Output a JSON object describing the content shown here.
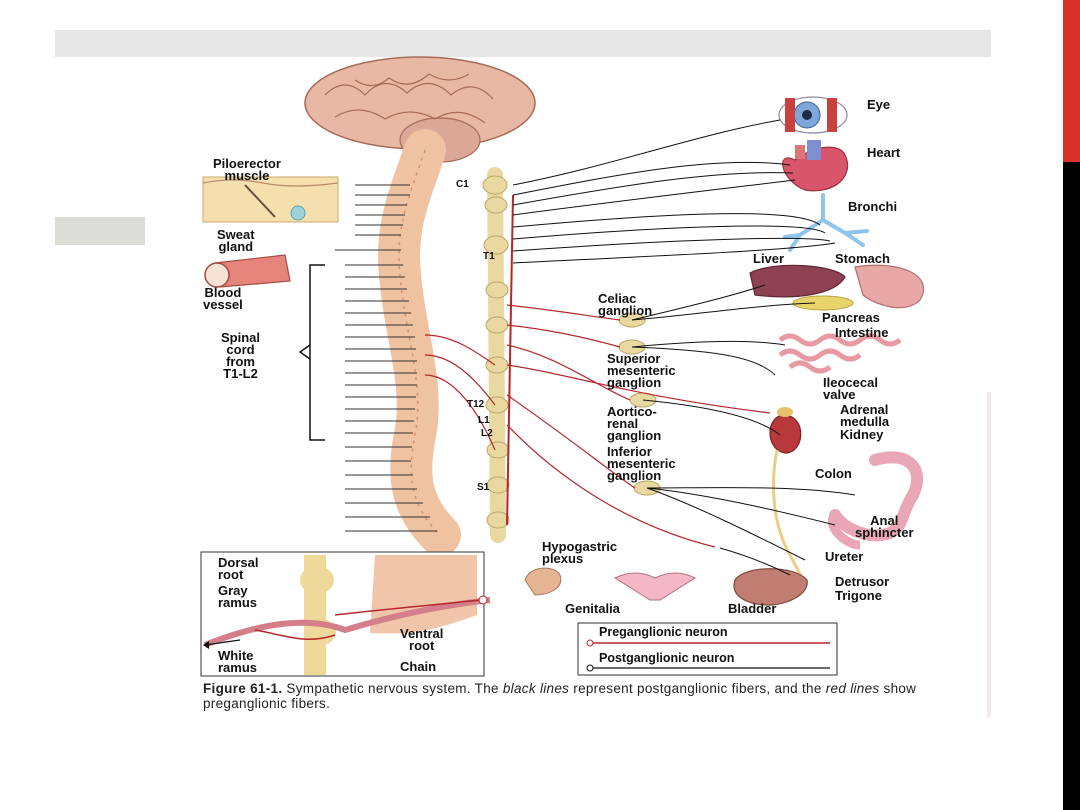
{
  "figure": {
    "label": "Figure 61-1.",
    "caption_1": " Sympathetic nervous system. The ",
    "caption_em1": "black lines",
    "caption_2": " represent postganglionic fibers, and the ",
    "caption_em2": "red lines",
    "caption_3": " show preganglionic fibers."
  },
  "labels": {
    "piloerector": "Piloerector\nmuscle",
    "sweat": "Sweat\ngland",
    "blood": "Blood\nvessel",
    "spinal": "Spinal\ncord\nfrom\nT1-L2",
    "eye": "Eye",
    "heart": "Heart",
    "bronchi": "Bronchi",
    "liver": "Liver",
    "stomach": "Stomach",
    "celiac": "Celiac\nganglion",
    "pancreas": "Pancreas",
    "intestine": "Intestine",
    "superior": "Superior\nmesenteric\nganglion",
    "ileocecal": "Ileocecal\nvalve",
    "aortico": "Aortico-\nrenal\nganglion",
    "adrenal": "Adrenal\nmedulla",
    "kidney": "Kidney",
    "inferior": "Inferior\nmesenteric\nganglion",
    "colon": "Colon",
    "anal": "Anal\nsphincter",
    "hypogastric": "Hypogastric\nplexus",
    "ureter": "Ureter",
    "detrusor": "Detrusor",
    "trigone": "Trigone",
    "genitalia": "Genitalia",
    "bladder": "Bladder",
    "dorsal": "Dorsal\nroot",
    "gray": "Gray\nramus",
    "white": "White\nramus",
    "ventral": "Ventral\nroot",
    "chain": "Chain",
    "c1": "C1",
    "t1": "T1",
    "t12": "T12",
    "l1": "L1",
    "l2": "L2",
    "s1": "S1"
  },
  "legend": {
    "pre": "Preganglionic neuron",
    "post": "Postganglionic neuron"
  },
  "colors": {
    "preganglionic": "#b5262b",
    "postganglionic": "#111111",
    "tissue": "#f0c7a8",
    "ganglion": "#e9d9a0"
  }
}
